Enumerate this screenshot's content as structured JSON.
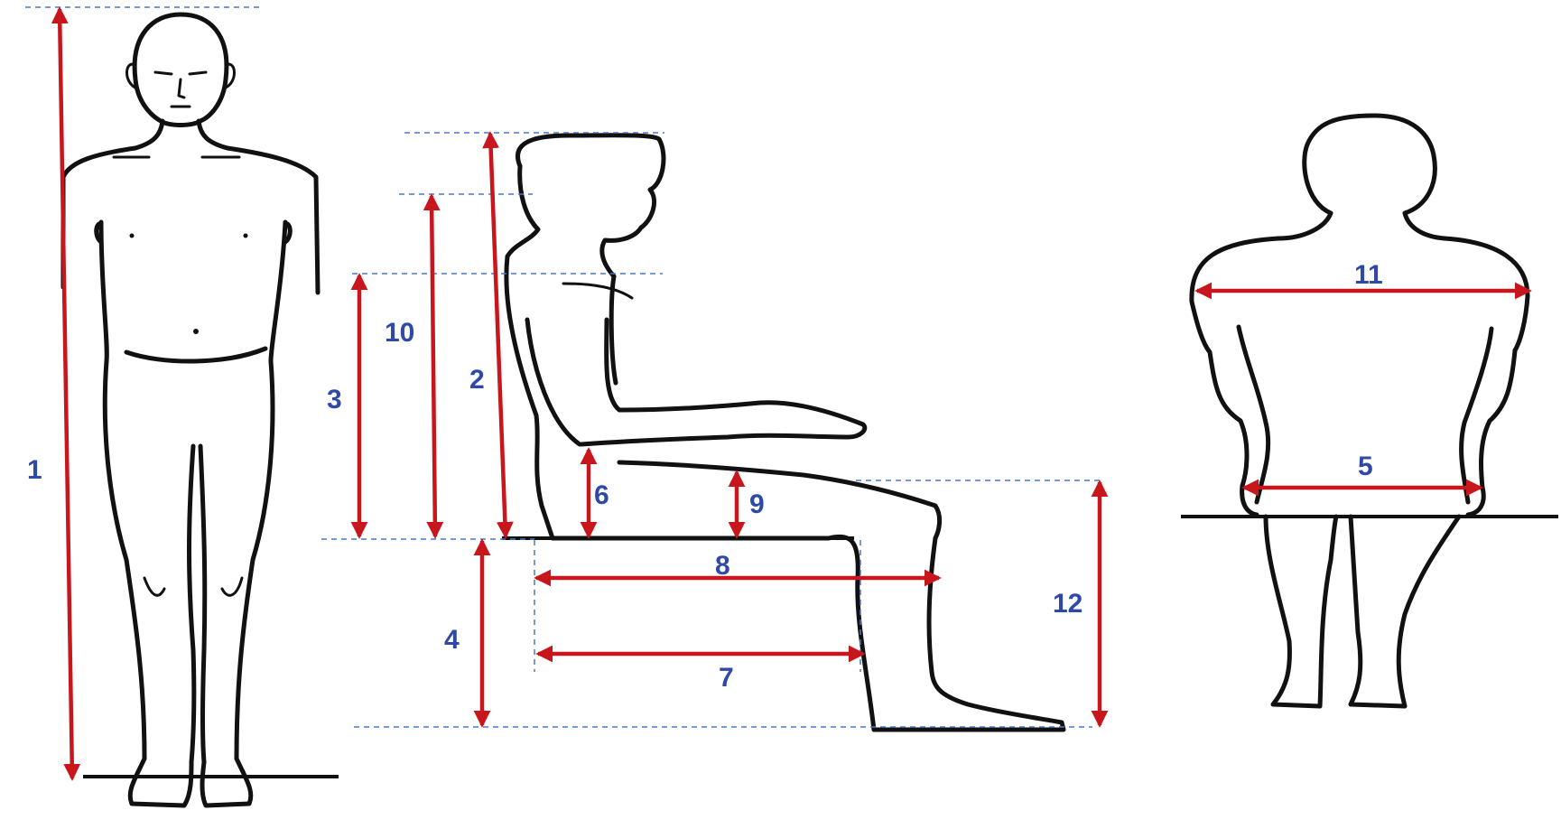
{
  "colors": {
    "arrow": "#c8161d",
    "label": "#2f4aa6",
    "guide": "#4a78c8",
    "outline": "#111111"
  },
  "figures": [
    "standing-front-figure",
    "seated-side-figure",
    "seated-back-figure"
  ],
  "measurements": [
    {
      "id": "m1",
      "label": "1"
    },
    {
      "id": "m2",
      "label": "2"
    },
    {
      "id": "m3",
      "label": "3"
    },
    {
      "id": "m4",
      "label": "4"
    },
    {
      "id": "m5",
      "label": "5"
    },
    {
      "id": "m6",
      "label": "6"
    },
    {
      "id": "m7",
      "label": "7"
    },
    {
      "id": "m8",
      "label": "8"
    },
    {
      "id": "m9",
      "label": "9"
    },
    {
      "id": "m10",
      "label": "10"
    },
    {
      "id": "m11",
      "label": "11"
    },
    {
      "id": "m12",
      "label": "12"
    }
  ]
}
